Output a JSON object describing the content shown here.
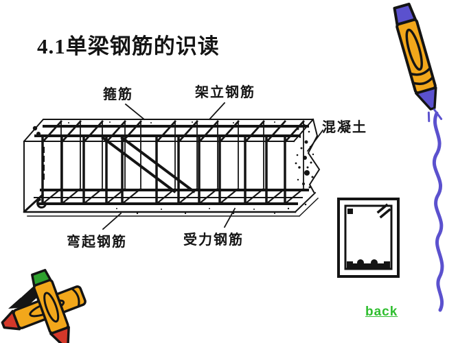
{
  "slide": {
    "title": "4.1单梁钢筋的识读",
    "back_label": "back"
  },
  "diagram": {
    "labels": {
      "stirrup": "箍筋",
      "erection_bar": "架立钢筋",
      "concrete": "混凝土",
      "bent_up_bar": "弯起钢筋",
      "load_bearing_bar": "受力钢筋"
    }
  },
  "decorations": {
    "top_right": "yellow-crayon-with-purple-tip",
    "right_edge": "purple-wavy-scribble",
    "bottom_left": "two-crossed-yellow-crayons"
  },
  "colors": {
    "line_art": "#141414",
    "back_link_green": "#2fbe2f",
    "crayon_yellow": "#f2a71b",
    "crayon_purple": "#5b51ce",
    "crayon_red": "#d4382a",
    "crayon_green": "#2ea12e"
  }
}
